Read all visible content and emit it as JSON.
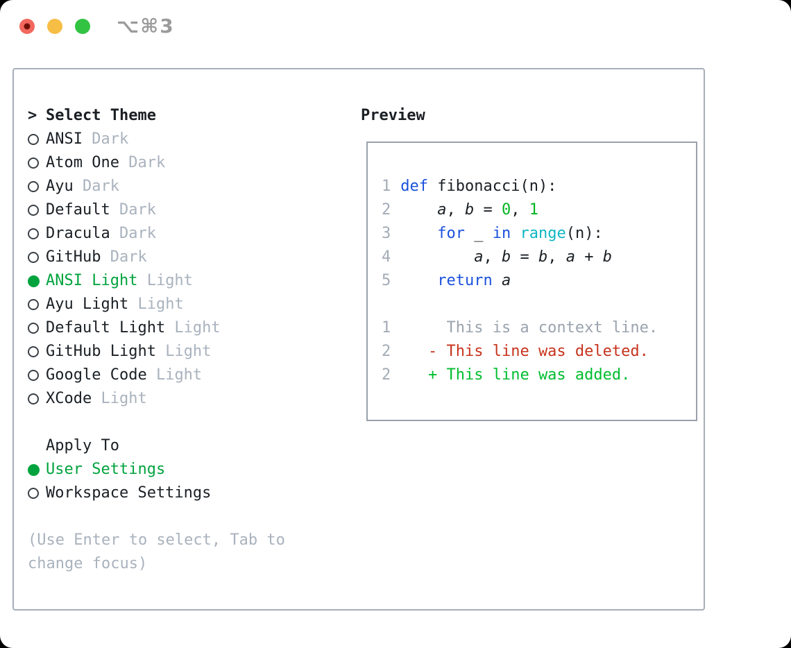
{
  "window": {
    "title": "⌥⌘3"
  },
  "traffic_lights": {
    "red": "#f2685e",
    "red_dot": "#6f1008",
    "yellow": "#f7be45",
    "green": "#32c343"
  },
  "panel": {
    "select_theme": {
      "cursor": ">",
      "title": "Select Theme"
    },
    "themes": [
      {
        "name": "ANSI",
        "variant": "Dark",
        "selected": false
      },
      {
        "name": "Atom One",
        "variant": "Dark",
        "selected": false
      },
      {
        "name": "Ayu",
        "variant": "Dark",
        "selected": false
      },
      {
        "name": "Default",
        "variant": "Dark",
        "selected": false
      },
      {
        "name": "Dracula",
        "variant": "Dark",
        "selected": false
      },
      {
        "name": "GitHub",
        "variant": "Dark",
        "selected": false
      },
      {
        "name": "ANSI Light",
        "variant": "Light",
        "selected": true
      },
      {
        "name": "Ayu Light",
        "variant": "Light",
        "selected": false
      },
      {
        "name": "Default Light",
        "variant": "Light",
        "selected": false
      },
      {
        "name": "GitHub Light",
        "variant": "Light",
        "selected": false
      },
      {
        "name": "Google Code",
        "variant": "Light",
        "selected": false
      },
      {
        "name": "XCode",
        "variant": "Light",
        "selected": false
      }
    ],
    "apply_to": {
      "title": "Apply To",
      "options": [
        {
          "label": "User Settings",
          "selected": true
        },
        {
          "label": "Workspace Settings",
          "selected": false
        }
      ]
    },
    "hint": "(Use Enter to select, Tab to change focus)"
  },
  "preview": {
    "title": "Preview",
    "code_lines": [
      {
        "num": "1",
        "tokens": [
          {
            "text": "def",
            "style": "kw"
          },
          {
            "text": " fibonacci(n):",
            "style": "pl"
          }
        ]
      },
      {
        "num": "2",
        "tokens": [
          {
            "text": "    ",
            "style": "pl"
          },
          {
            "text": "a",
            "style": "var"
          },
          {
            "text": ", ",
            "style": "pl"
          },
          {
            "text": "b",
            "style": "var"
          },
          {
            "text": " = ",
            "style": "pl"
          },
          {
            "text": "0",
            "style": "num"
          },
          {
            "text": ", ",
            "style": "pl"
          },
          {
            "text": "1",
            "style": "num"
          }
        ]
      },
      {
        "num": "3",
        "tokens": [
          {
            "text": "    ",
            "style": "pl"
          },
          {
            "text": "for",
            "style": "kw"
          },
          {
            "text": " _ ",
            "style": "pl"
          },
          {
            "text": "in",
            "style": "kw"
          },
          {
            "text": " ",
            "style": "pl"
          },
          {
            "text": "range",
            "style": "bi"
          },
          {
            "text": "(n):",
            "style": "pl"
          }
        ]
      },
      {
        "num": "4",
        "tokens": [
          {
            "text": "        ",
            "style": "pl"
          },
          {
            "text": "a",
            "style": "var"
          },
          {
            "text": ", ",
            "style": "pl"
          },
          {
            "text": "b",
            "style": "var"
          },
          {
            "text": " = ",
            "style": "pl"
          },
          {
            "text": "b",
            "style": "var"
          },
          {
            "text": ", ",
            "style": "pl"
          },
          {
            "text": "a",
            "style": "var"
          },
          {
            "text": " + ",
            "style": "pl"
          },
          {
            "text": "b",
            "style": "var"
          }
        ]
      },
      {
        "num": "5",
        "tokens": [
          {
            "text": "    ",
            "style": "pl"
          },
          {
            "text": "return",
            "style": "kw"
          },
          {
            "text": " ",
            "style": "pl"
          },
          {
            "text": "a",
            "style": "var"
          }
        ]
      }
    ],
    "diff_lines": [
      {
        "num": "1",
        "tokens": [
          {
            "text": "     This is a context line.",
            "style": "ctx"
          }
        ]
      },
      {
        "num": "2",
        "tokens": [
          {
            "text": "   ",
            "style": "pl"
          },
          {
            "text": "- This line was deleted.",
            "style": "del"
          }
        ]
      },
      {
        "num": "2",
        "tokens": [
          {
            "text": "   ",
            "style": "pl"
          },
          {
            "text": "+ This line was added.",
            "style": "add"
          }
        ]
      }
    ]
  },
  "colors": {
    "text": "#1a1f24",
    "muted": "#a9b2bd",
    "accent_green": "#00a33e",
    "keyword_blue": "#1b51dc",
    "builtin_cyan": "#0fb6c3",
    "number_green": "#00b321",
    "diff_red": "#c7331d",
    "diff_green": "#00bd2f",
    "lineno_gray": "#a3abb6",
    "panel_border": "#a6aeb8"
  }
}
